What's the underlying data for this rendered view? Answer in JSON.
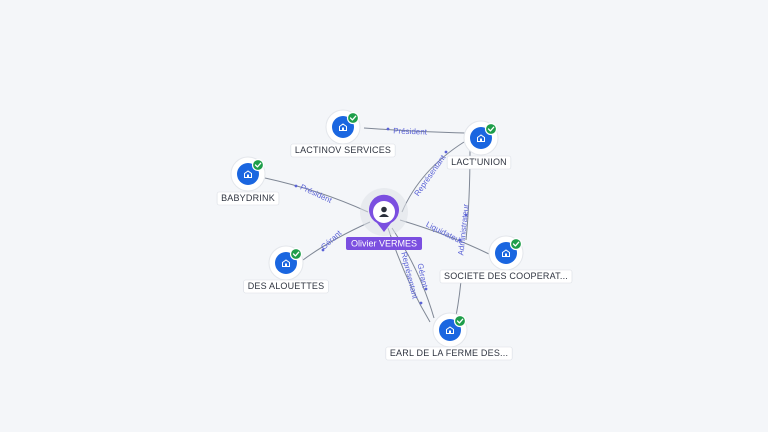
{
  "center_person": {
    "name": "Olivier VERMES",
    "icon": "person-icon",
    "color": "#7b4fe0"
  },
  "companies": [
    {
      "id": "lactinov",
      "name": "LACTINOV SERVICES",
      "icon": "company-building-icon",
      "status": "active-check"
    },
    {
      "id": "lactunion",
      "name": "LACT'UNION",
      "icon": "company-building-icon",
      "status": "active-check"
    },
    {
      "id": "babydrink",
      "name": "BABYDRINK",
      "icon": "company-building-icon",
      "status": "active-check"
    },
    {
      "id": "alouettes",
      "name": "DES ALOUETTES",
      "icon": "company-building-icon",
      "status": "active-check"
    },
    {
      "id": "societe",
      "name": "SOCIETE DES COOPERAT...",
      "icon": "company-building-icon",
      "status": "active-check"
    },
    {
      "id": "earl",
      "name": "EARL DE LA FERME DES...",
      "icon": "company-building-icon",
      "status": "active-check"
    }
  ],
  "relations": [
    {
      "from": "lactunion",
      "to": "lactinov",
      "label": "Président"
    },
    {
      "from": "center",
      "to": "lactunion",
      "label": "Représentant"
    },
    {
      "from": "center",
      "to": "babydrink",
      "label": "Président"
    },
    {
      "from": "center",
      "to": "alouettes",
      "label": "Gérant"
    },
    {
      "from": "center",
      "to": "societe",
      "label": "Liquidateur"
    },
    {
      "from": "lactunion",
      "to": "societe",
      "label": "Administrateur"
    },
    {
      "from": "center",
      "to": "earl",
      "label": "Gérant"
    },
    {
      "from": "center",
      "to": "earl",
      "label": "Représentant"
    },
    {
      "from": "societe",
      "to": "earl",
      "label": ""
    }
  ],
  "colors": {
    "background": "#f4f6f9",
    "company_blue": "#1a66e0",
    "check_green": "#1e9e4a",
    "edge": "#7f8795",
    "edge_label": "#5b63d6"
  }
}
